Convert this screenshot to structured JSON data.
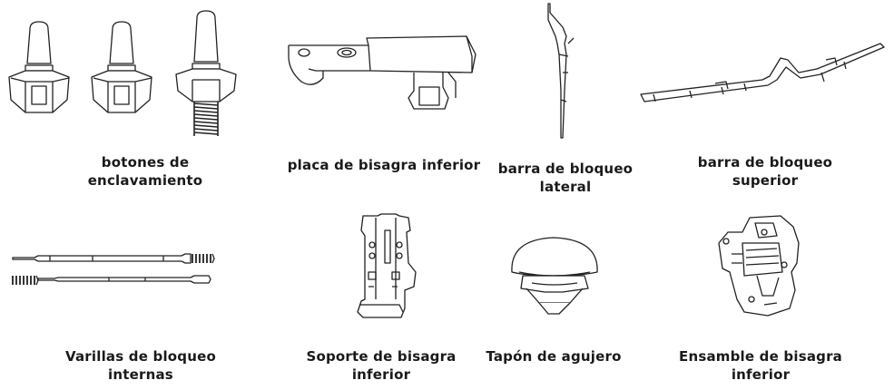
{
  "parts": [
    {
      "id": "locking-buttons",
      "label": "botones de\nenclavamiento"
    },
    {
      "id": "lower-hinge-plate",
      "label": "placa de bisagra inferior"
    },
    {
      "id": "side-lock-bar",
      "label": "barra de bloqueo\nlateral"
    },
    {
      "id": "top-lock-bar",
      "label": "barra de bloqueo\nsuperior"
    },
    {
      "id": "inner-lock-rods",
      "label": "Varillas de bloqueo\ninternas"
    },
    {
      "id": "lower-hinge-bracket",
      "label": "Soporte de bisagra\ninferior"
    },
    {
      "id": "hole-plug",
      "label": "Tapón de agujero"
    },
    {
      "id": "lower-hinge-assembly",
      "label": "Ensamble de bisagra\ninferior"
    }
  ]
}
